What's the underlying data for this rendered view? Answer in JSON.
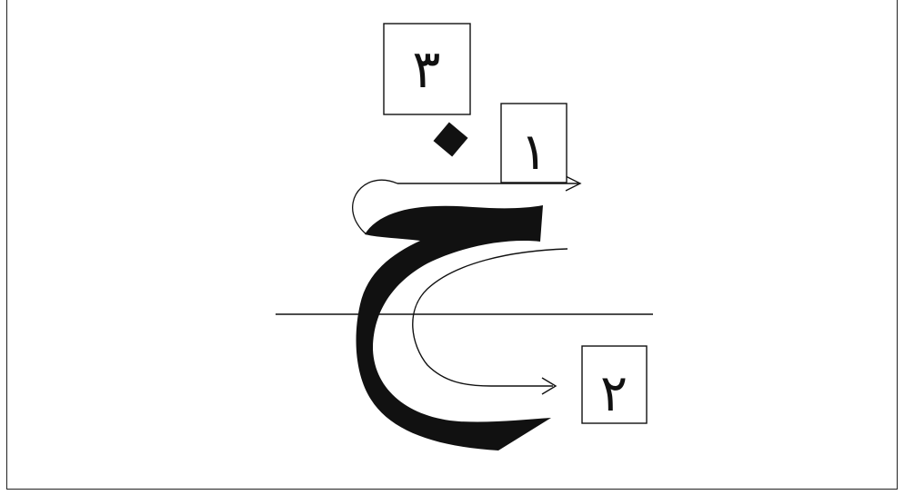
{
  "diagram": {
    "letter": "خ",
    "steps": [
      {
        "label": "۱"
      },
      {
        "label": "۲"
      },
      {
        "label": "۳"
      }
    ],
    "colors": {
      "ink": "#111111",
      "line": "#111111",
      "background": "#ffffff"
    }
  }
}
